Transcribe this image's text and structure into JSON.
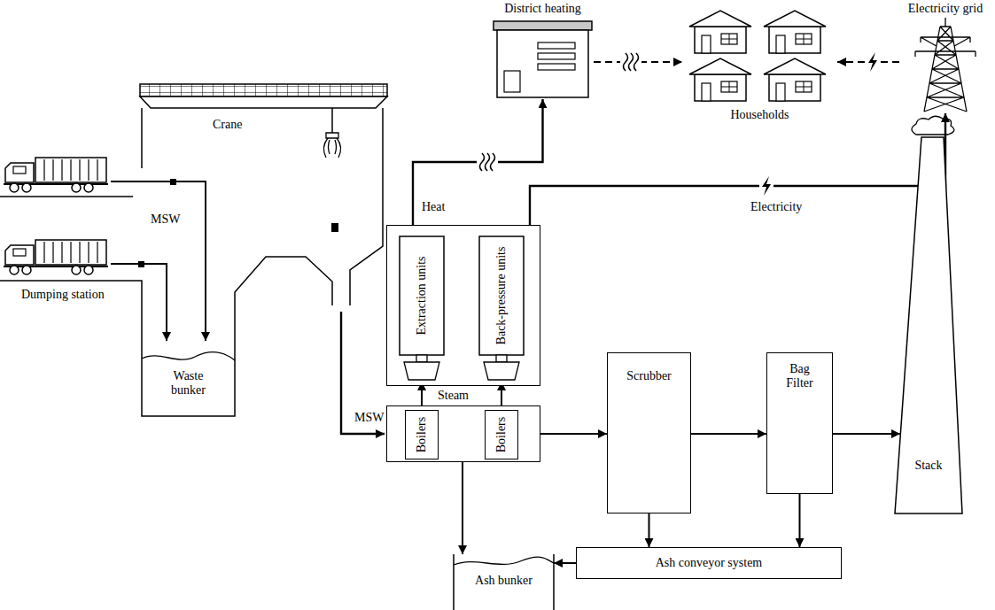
{
  "diagram": {
    "nodes": [
      {
        "text": [
          "District heating"
        ]
      },
      {
        "text": [
          "Households"
        ]
      },
      {
        "text": [
          "Electricity grid"
        ]
      },
      {
        "text": [
          "Waste bunker"
        ]
      },
      {
        "text": []
      },
      {
        "text": [
          "Extraction units"
        ],
        "in": 4
      },
      {
        "text": [
          "Back-pressure units"
        ],
        "in": 4
      },
      {
        "text": []
      },
      {
        "text": [
          "Boilers"
        ],
        "in": 7
      },
      {
        "text": [
          "Boilers"
        ],
        "in": 7
      },
      {
        "text": [
          "Scrubber"
        ]
      },
      {
        "text": [
          "Bag Filter"
        ]
      },
      {
        "text": [
          "Stack"
        ]
      },
      {
        "text": [
          "Ash bunker"
        ]
      },
      {
        "text": [
          "Ash conveyor system"
        ]
      }
    ],
    "edges": [
      {
        "from": 8,
        "to": 5,
        "arrow": "to"
      },
      {
        "from": 9,
        "to": 6,
        "arrow": "to"
      },
      {
        "from": 4,
        "to": 0,
        "arrow": "to"
      },
      {
        "from": 4,
        "to": 2,
        "arrow": "to"
      },
      {
        "from": 0,
        "to": 1,
        "arrow": "to"
      },
      {
        "from": 2,
        "to": 1,
        "arrow": "to"
      },
      {
        "from": 7,
        "to": 10,
        "arrow": "to"
      },
      {
        "from": 10,
        "to": 11,
        "arrow": "to"
      },
      {
        "from": 11,
        "to": 12,
        "arrow": "to"
      },
      {
        "from": 7,
        "to": 13,
        "arrow": "to"
      },
      {
        "from": 10,
        "to": 14,
        "arrow": "to"
      },
      {
        "from": 11,
        "to": 14,
        "arrow": "to"
      },
      {
        "from": 14,
        "to": 13,
        "arrow": "to"
      }
    ],
    "labels": [
      "Crane",
      "MSW",
      "Dumping station",
      "MSW",
      "Steam",
      "Heat",
      "Electricity"
    ]
  }
}
